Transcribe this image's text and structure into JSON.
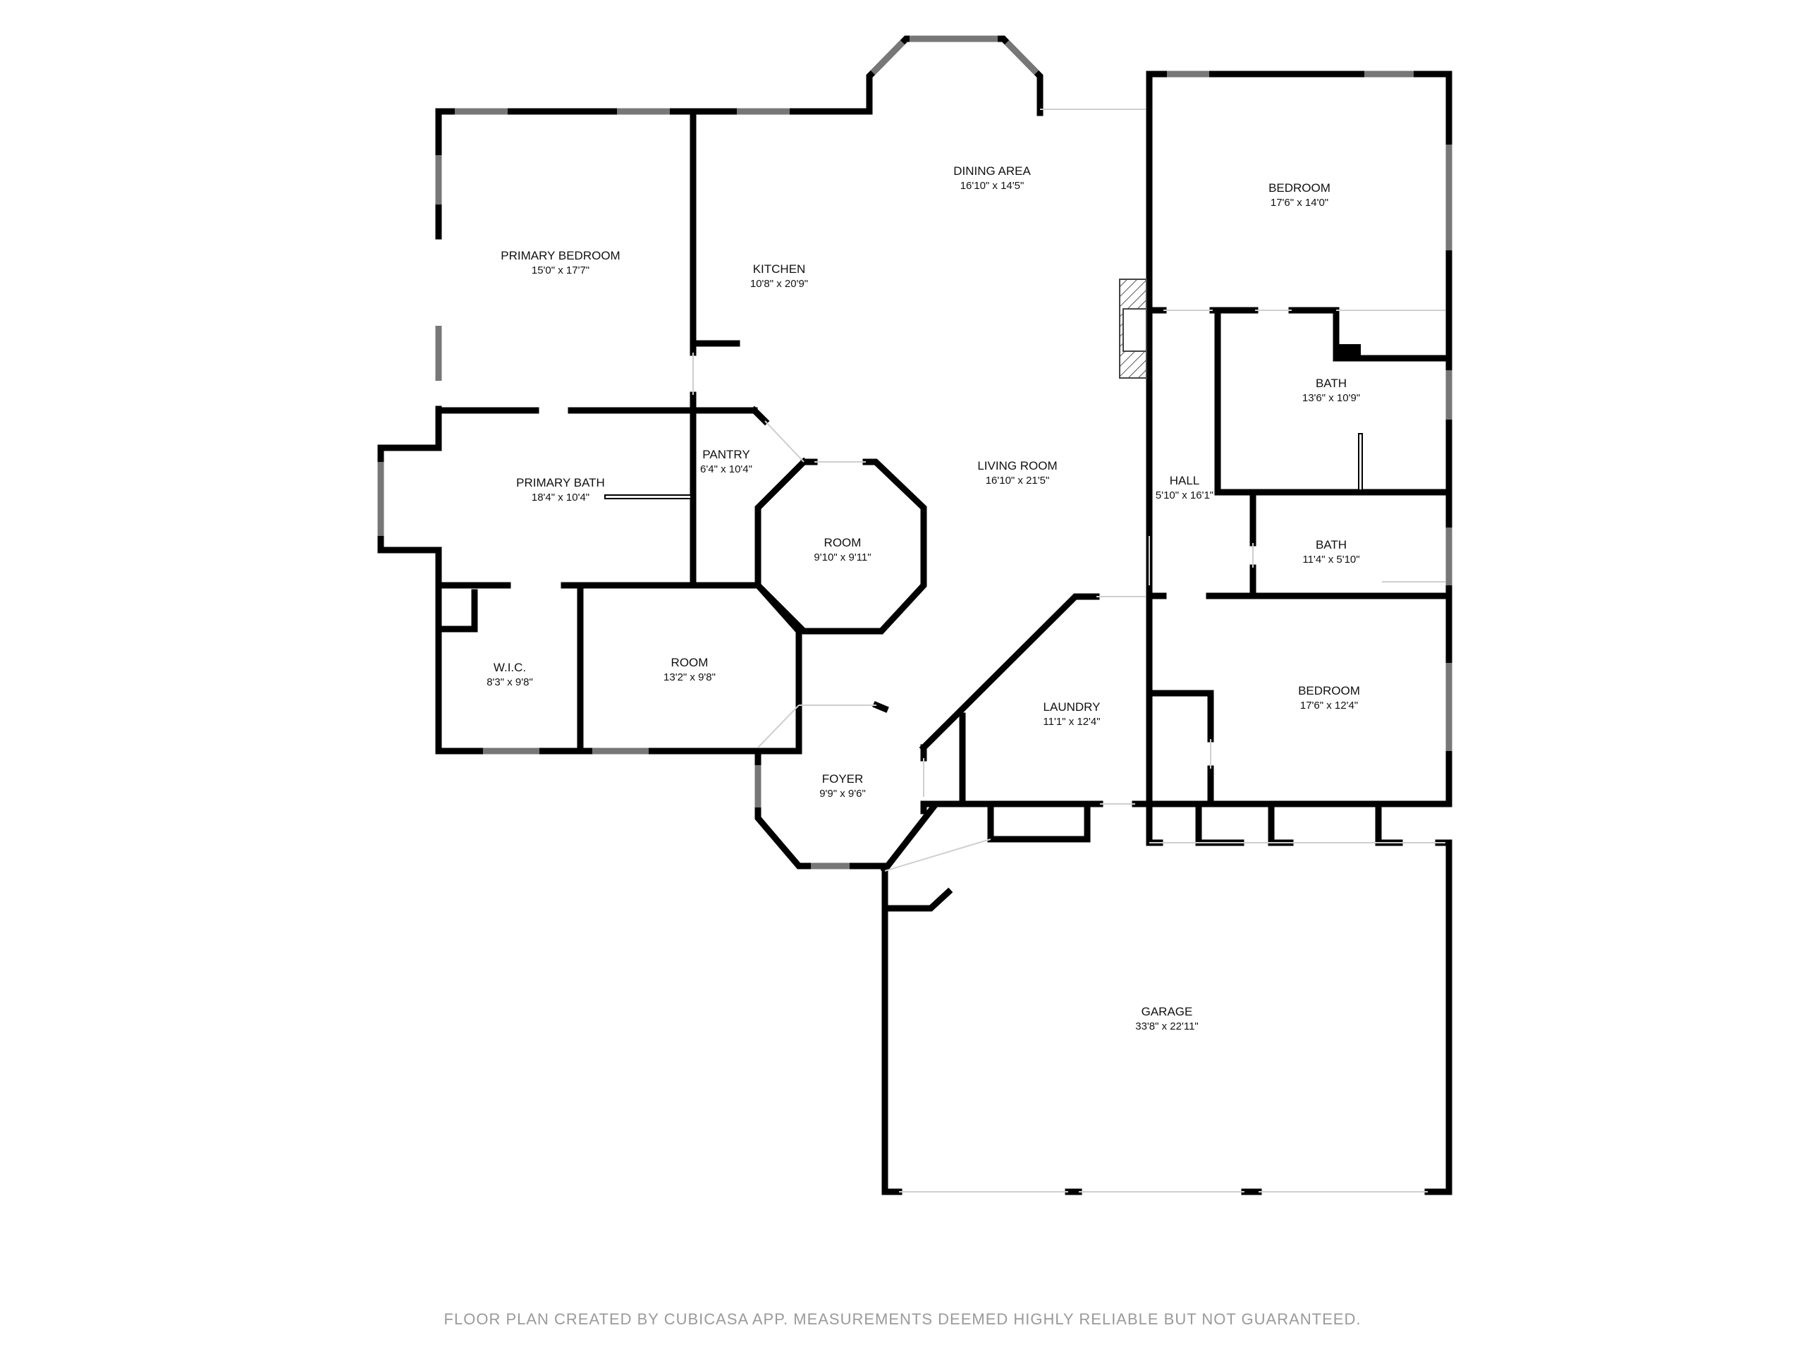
{
  "rooms": {
    "dining_area": {
      "name": "DINING AREA",
      "dims": "16'10\" x 14'5\""
    },
    "bedroom_north": {
      "name": "BEDROOM",
      "dims": "17'6\" x 14'0\""
    },
    "primary_bedroom": {
      "name": "PRIMARY BEDROOM",
      "dims": "15'0\" x 17'7\""
    },
    "kitchen": {
      "name": "KITCHEN",
      "dims": "10'8\" x 20'9\""
    },
    "bath_upper": {
      "name": "BATH",
      "dims": "13'6\" x 10'9\""
    },
    "pantry": {
      "name": "PANTRY",
      "dims": "6'4\" x 10'4\""
    },
    "primary_bath": {
      "name": "PRIMARY BATH",
      "dims": "18'4\" x 10'4\""
    },
    "living_room": {
      "name": "LIVING ROOM",
      "dims": "16'10\" x 21'5\""
    },
    "hall": {
      "name": "HALL",
      "dims": "5'10\" x 16'1\""
    },
    "room_octagon": {
      "name": "ROOM",
      "dims": "9'10\" x 9'11\""
    },
    "bath_lower": {
      "name": "BATH",
      "dims": "11'4\" x 5'10\""
    },
    "wic": {
      "name": "W.I.C.",
      "dims": "8'3\" x 9'8\""
    },
    "room_west": {
      "name": "ROOM",
      "dims": "13'2\" x 9'8\""
    },
    "bedroom_south": {
      "name": "BEDROOM",
      "dims": "17'6\" x 12'4\""
    },
    "laundry": {
      "name": "LAUNDRY",
      "dims": "11'1\" x 12'4\""
    },
    "foyer": {
      "name": "FOYER",
      "dims": "9'9\" x 9'6\""
    },
    "garage": {
      "name": "GARAGE",
      "dims": "33'8\" x 22'11\""
    }
  },
  "footer": "FLOOR PLAN CREATED BY CUBICASA APP. MEASUREMENTS DEEMED HIGHLY RELIABLE BUT NOT GUARANTEED.",
  "colors": {
    "wall": "#000000",
    "window": "#777777",
    "footer_text": "#9a9a9a",
    "fireplace_hatch": "#555555"
  }
}
